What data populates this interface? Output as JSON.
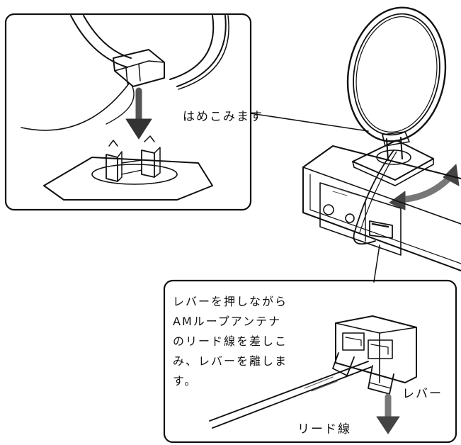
{
  "callouts": {
    "snap_in": "はめこみます",
    "instruction_lines": [
      "レバーを押しながら",
      "AMループアンテナ",
      "のリード線を差しこ",
      "み、レバーを離しま",
      "す。"
    ],
    "lever_label": "レバー",
    "lead_wire_label": "リード線"
  },
  "colors": {
    "ink": "#111111",
    "paper": "#ffffff",
    "mid_gray": "#777777"
  }
}
